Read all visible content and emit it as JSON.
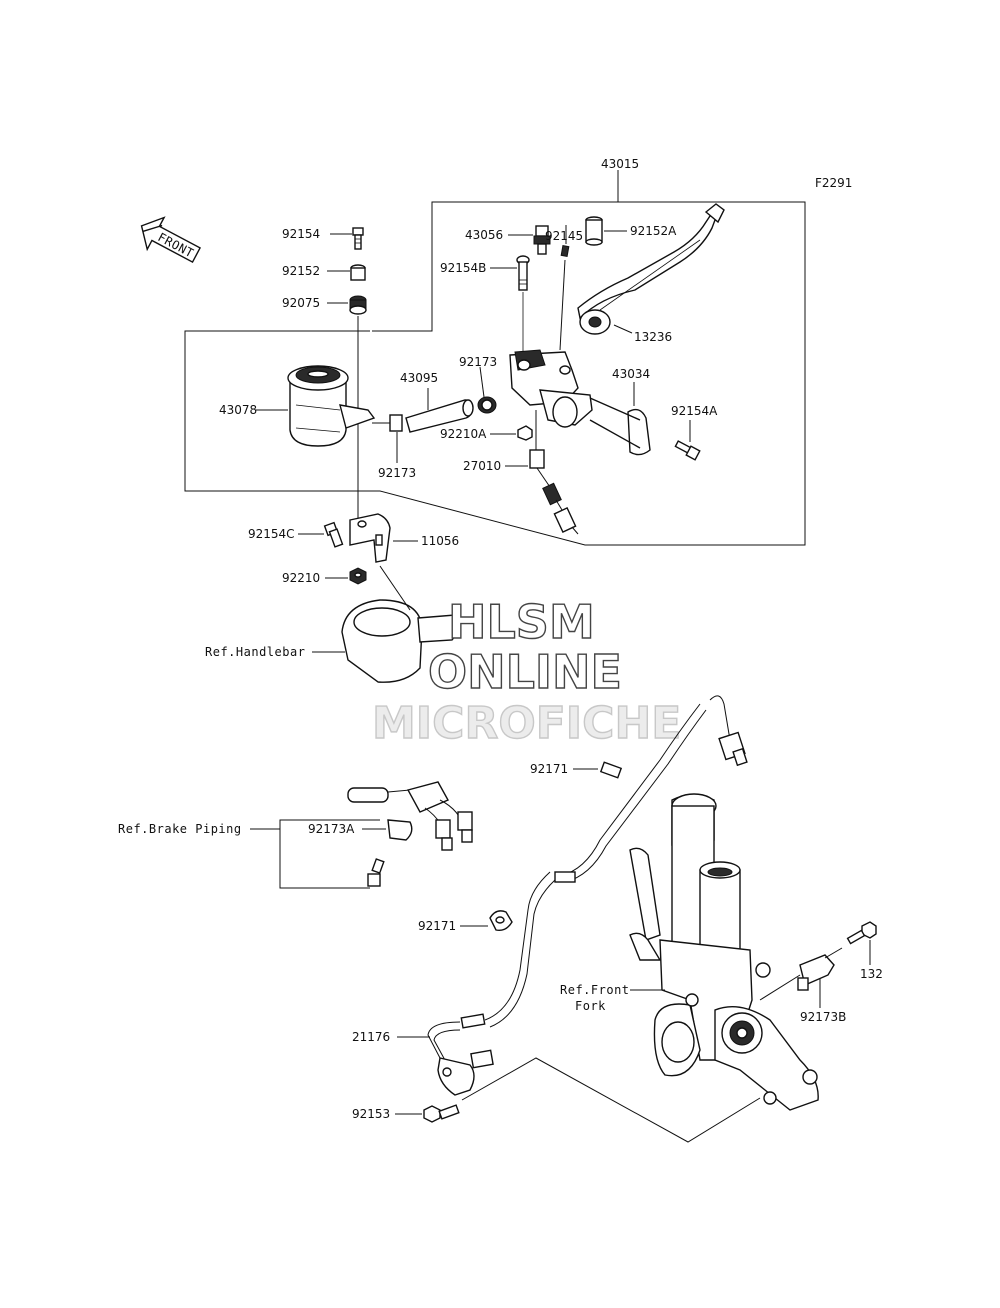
{
  "figure_code": "F2291",
  "front_arrow_label": "FRONT",
  "watermark": {
    "line1": "HLSM",
    "line2": "ONLINE",
    "line3": "MICROFICHE"
  },
  "parts": {
    "p43015": "43015",
    "p92154": "92154",
    "p92152": "92152",
    "p92075": "92075",
    "p43078": "43078",
    "p92173_left": "92173",
    "p43095": "43095",
    "p92173_mid": "92173",
    "p92210A": "92210A",
    "p27010": "27010",
    "p43056": "43056",
    "p92145": "92145",
    "p92152A": "92152A",
    "p92154B": "92154B",
    "p13236": "13236",
    "p43034": "43034",
    "p92154A": "92154A",
    "p92154C": "92154C",
    "p11056": "11056",
    "p92210": "92210",
    "p92171_top": "92171",
    "p92173A": "92173A",
    "p92171_mid": "92171",
    "p21176": "21176",
    "p92153": "92153",
    "p132": "132",
    "p92173B": "92173B"
  },
  "refs": {
    "handlebar": "Ref.Handlebar",
    "brake_piping": "Ref.Brake Piping",
    "front_fork_1": "Ref.Front",
    "front_fork_2": "Fork"
  }
}
